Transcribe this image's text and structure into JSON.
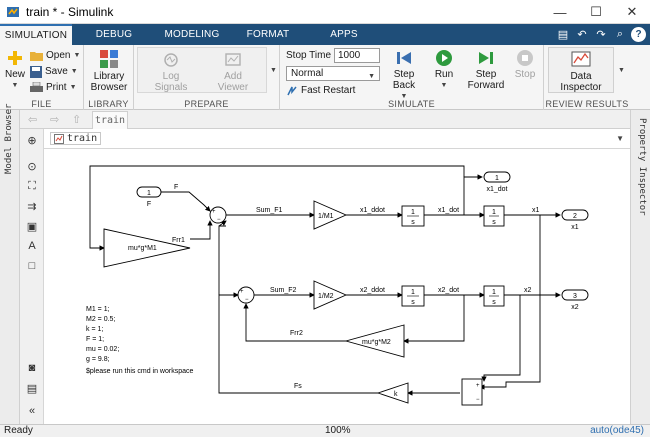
{
  "window": {
    "title": "train * - Simulink",
    "minimize": "—",
    "maximize": "☐",
    "close": "✕"
  },
  "tabs": [
    "SIMULATION",
    "DEBUG",
    "MODELING",
    "FORMAT",
    "APPS"
  ],
  "ribbon": {
    "new": "New",
    "open": "Open",
    "save": "Save",
    "print": "Print",
    "file_section": "FILE",
    "library_browser": "Library Browser",
    "library_section": "LIBRARY",
    "log_signals": "Log Signals",
    "add_viewer": "Add Viewer",
    "prepare_section": "PREPARE",
    "stop_time_label": "Stop Time",
    "stop_time_value": "1000",
    "mode_value": "Normal",
    "fast_restart": "Fast Restart",
    "step_back": "Step Back",
    "run": "Run",
    "step_forward": "Step Forward",
    "stop": "Stop",
    "simulate_section": "SIMULATE",
    "data_inspector": "Data Inspector",
    "review_section": "REVIEW RESULTS"
  },
  "model_tab": "train",
  "breadcrumb": "train",
  "left_panel_label": "Model Browser",
  "right_panel_label": "Property Inspector",
  "diagram": {
    "from_F": "1",
    "from_F_name": "F",
    "F_line": "F",
    "gain_friction1": "mu*g*M1",
    "Frr1": "Frr1",
    "sum_F1": "Sum_F1",
    "gain_inv_M1": "1/M1",
    "x1_ddot": "x1_ddot",
    "x1_dot": "x1_dot",
    "out_x1dot_num": "1",
    "out_x1dot_name": "x1_dot",
    "x1": "x1",
    "out_x1_num": "2",
    "out_x1_name": "x1",
    "sum_F2": "Sum_F2",
    "gain_inv_M2": "1/M2",
    "x2_ddot": "x2_ddot",
    "x2_dot": "x2_dot",
    "x2": "x2",
    "out_x2_num": "3",
    "out_x2_name": "x2",
    "Frr2": "Frr2",
    "gain_friction2": "mu*g*M2",
    "Fs": "Fs",
    "gain_k": "k",
    "integrator_num": "1",
    "integrator_den": "s",
    "sum_plus": "+",
    "sum_minus": "−",
    "note_lines": [
      "M1 = 1;",
      "M2 = 0.5;",
      "k  = 1;",
      "F  = 1;",
      "mu = 0.02;",
      "g  = 9.8;",
      "",
      "$please run this cmd in workspace"
    ]
  },
  "status": {
    "left": "Ready",
    "zoom": "100%",
    "solver": "auto(ode45)"
  },
  "colors": {
    "tabstrip": "#1f4e79",
    "accent": "#2f6fb0",
    "run_green": "#2e9a3e"
  }
}
